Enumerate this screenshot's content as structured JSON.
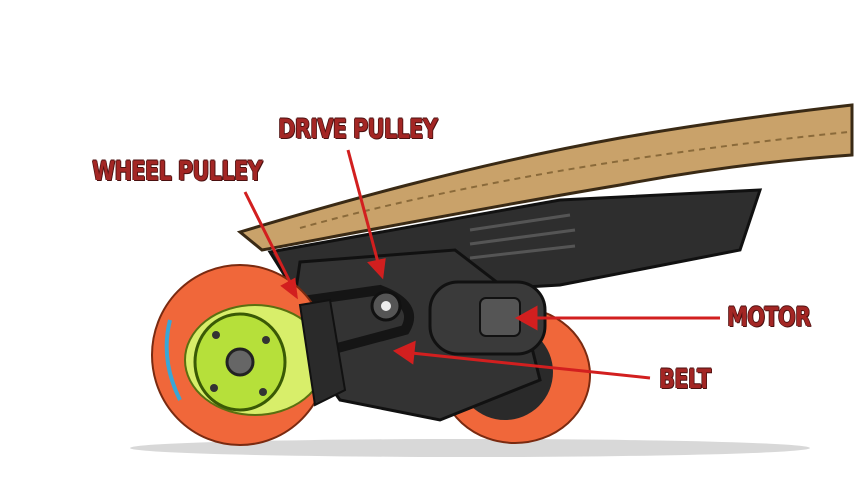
{
  "labels": {
    "drive_pulley": "DRIVE PULLEY",
    "wheel_pulley": "WHEEL PULLEY",
    "motor": "MOTOR",
    "belt": "BELT"
  },
  "colors": {
    "label_text": "#a32624",
    "arrow": "#d21f1f",
    "wheel": "#f0673a",
    "hub": "#b6e03a",
    "deck": "#c9a26a",
    "hardware": "#2a2a2a"
  },
  "icons": {
    "arrows": "red-arrow-pointer"
  }
}
